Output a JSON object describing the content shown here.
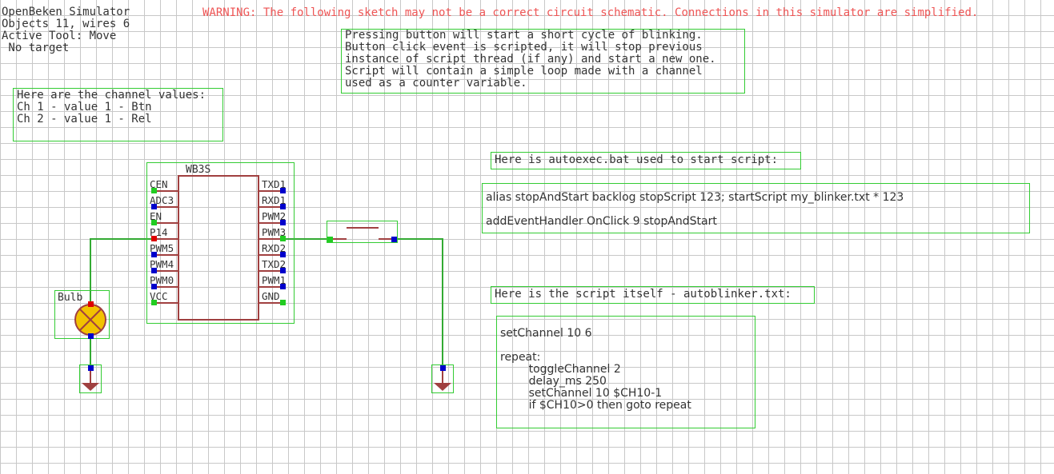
{
  "hud": {
    "title": "OpenBeken Simulator",
    "counts": "Objects 11, wires 6",
    "active_tool": "Active Tool: Move",
    "target": " No target"
  },
  "warning": "WARNING: The following sketch may not be a correct circuit schematic. Connections in this simulator are simplified.",
  "notes": {
    "description": [
      "Pressing button will start a short cycle of blinking.",
      "Button click event is scripted, it will stop previous",
      "instance of script thread (if any) and start a new one.",
      "Script will contain a simple loop made with a channel",
      "used as a counter variable."
    ],
    "channels": [
      "Here are the channel values:",
      "Ch 1 - value 1 - Btn",
      "Ch 2 - value 1 - Rel"
    ],
    "autoexec_heading": "Here is autoexec.bat used to start script:",
    "autoexec_lines": [
      "alias stopAndStart backlog stopScript 123; startScript my_blinker.txt * 123",
      "addEventHandler OnClick 9 stopAndStart"
    ],
    "script_heading": "Here is the script itself - autoblinker.txt:",
    "script_lines": [
      "setChannel 10 6",
      "",
      "repeat:",
      "        toggleChannel 2",
      "        delay_ms 250",
      "        setChannel 10 $CH10-1",
      "        if $CH10>0 then goto repeat"
    ]
  },
  "chip": {
    "name": "WB3S",
    "left_pins": [
      "CEN",
      "ADC3",
      "EN",
      "P14",
      "PWM5",
      "PWM4",
      "PWM0",
      "VCC"
    ],
    "right_pins": [
      "TXD1",
      "RXD1",
      "PWM2",
      "PWM3",
      "RXD2",
      "TXD2",
      "PWM1",
      "GND"
    ]
  },
  "bulb": {
    "label": "Bulb"
  },
  "colors": {
    "grid": "#c8c8c8",
    "selection_box": "#33cc33",
    "wire": "#33aa33",
    "chip_body": "#a04040",
    "warning": "#ee5555",
    "bulb_fill": "#f2c200",
    "pin_green": "#22cc22",
    "pin_blue": "#0000cc",
    "pin_red": "#dd0000",
    "ground": "#a04040"
  }
}
